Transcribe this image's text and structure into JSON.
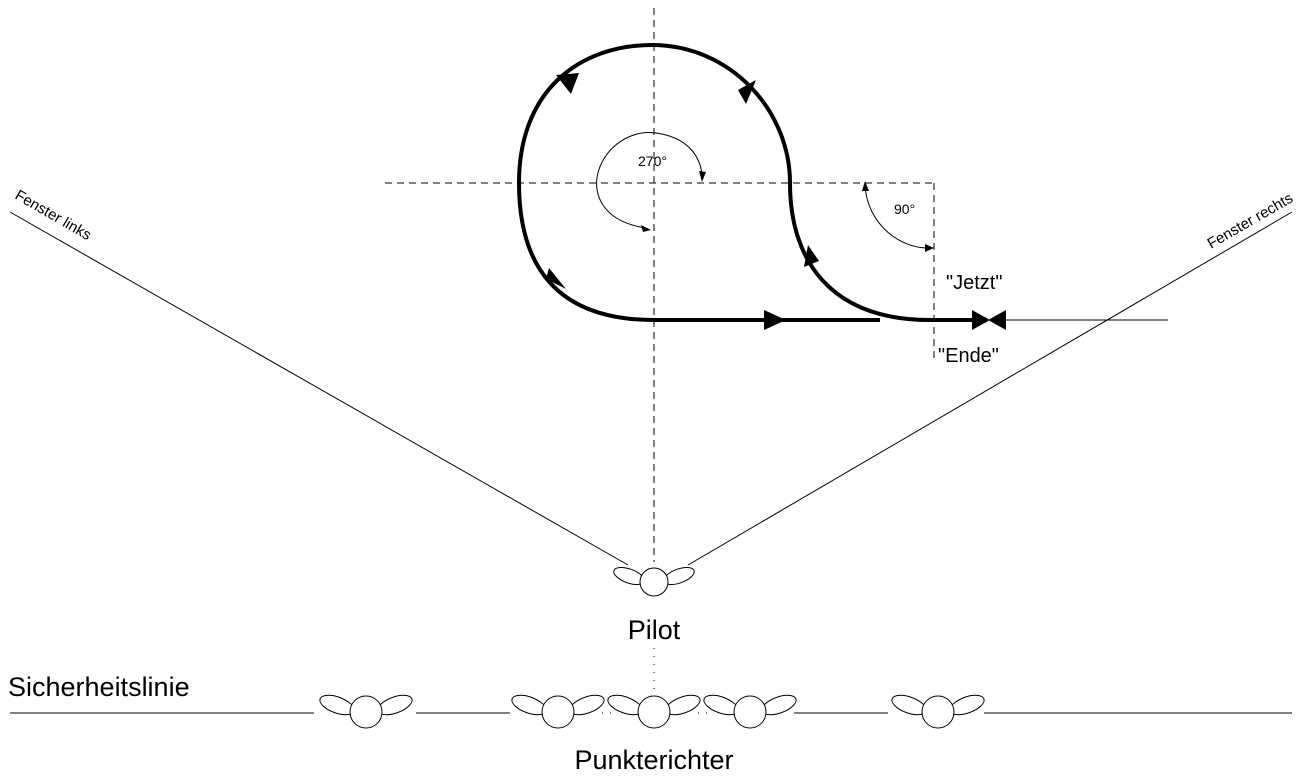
{
  "labels": {
    "fenster_links": "Fenster links",
    "fenster_rechts": "Fenster rechts",
    "angle_270": "270°",
    "angle_90": "90°",
    "jetzt": "\"Jetzt\"",
    "ende": "\"Ende\"",
    "pilot": "Pilot",
    "sicherheitslinie": "Sicherheitslinie",
    "punktrichter": "Punkterichter"
  },
  "colors": {
    "line": "#000000",
    "background": "#ffffff"
  }
}
